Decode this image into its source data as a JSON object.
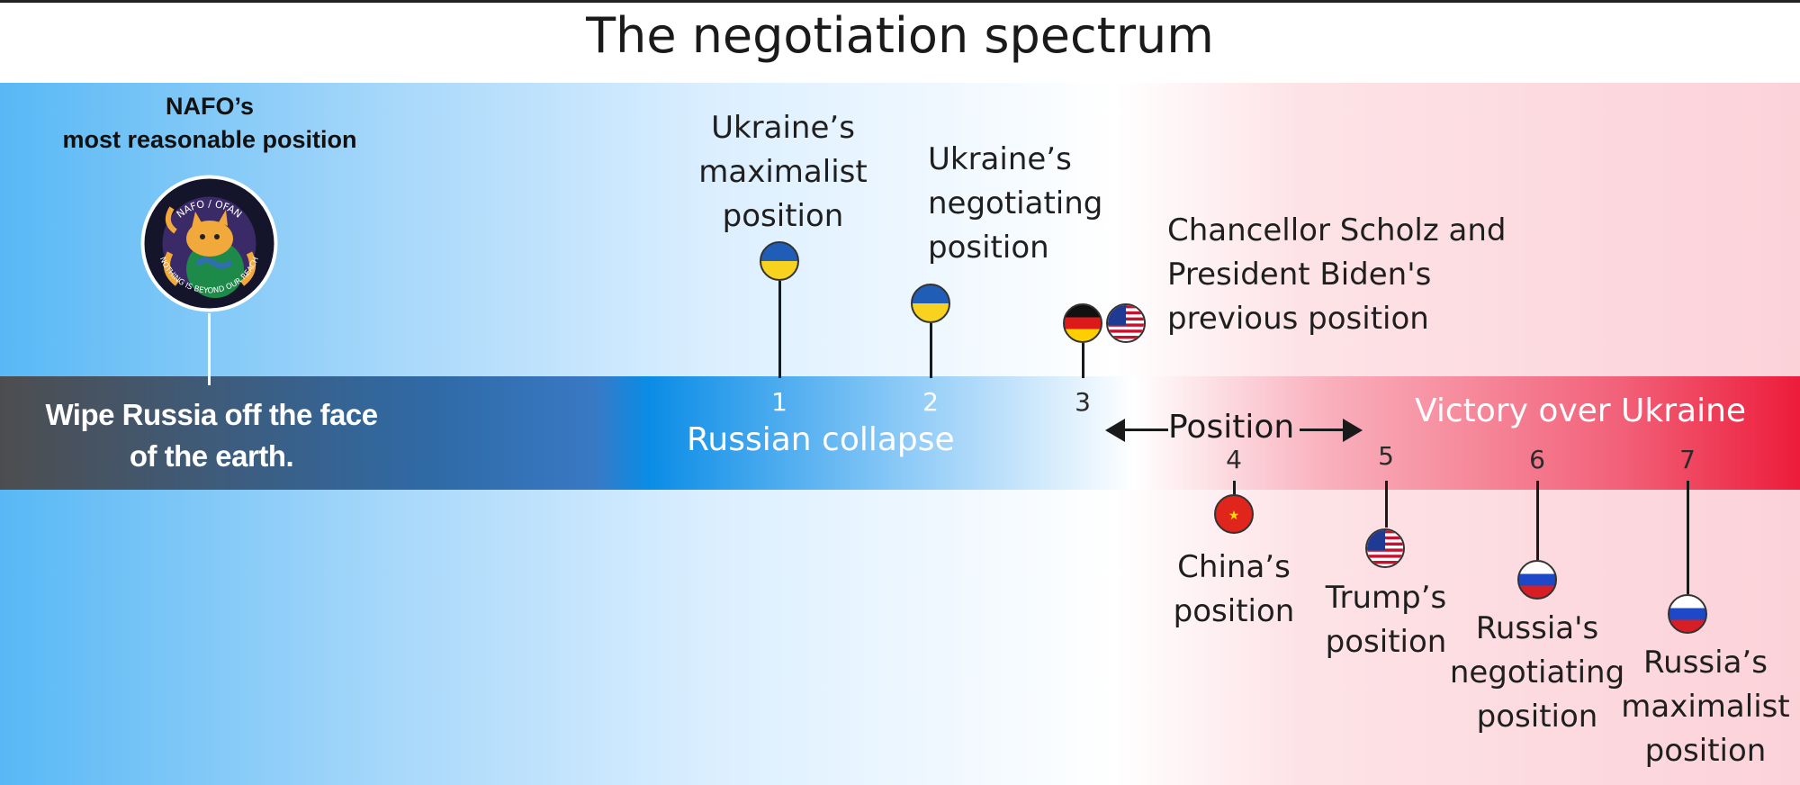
{
  "title": "The negotiation spectrum",
  "nafo": {
    "caption_line1": "NAFO’s",
    "caption_line2": "most reasonable position",
    "logo_top_text": "NAFO / OFAN",
    "logo_bottom_text": "NOTHING IS BEYOND OUR REACH",
    "band_text_line1": "Wipe Russia off the face",
    "band_text_line2": "of the earth."
  },
  "band": {
    "left_label": "Russian collapse",
    "right_label": "Victory over Ukraine",
    "center_label": "Position"
  },
  "positions": [
    {
      "number": "1",
      "flag": "ukraine-flag",
      "label": [
        "Ukraine’s",
        "maximalist",
        "position"
      ]
    },
    {
      "number": "2",
      "flag": "ukraine-flag",
      "label": [
        "Ukraine’s",
        "negotiating",
        "position"
      ]
    },
    {
      "number": "3",
      "flag": "germany-usa-flags",
      "label": [
        "Chancellor Scholz and",
        "President Biden's",
        "previous position"
      ]
    },
    {
      "number": "4",
      "flag": "china-flag",
      "label": [
        "China’s",
        "position"
      ]
    },
    {
      "number": "5",
      "flag": "usa-flag",
      "label": [
        "Trump’s",
        "position"
      ]
    },
    {
      "number": "6",
      "flag": "russia-flag",
      "label": [
        "Russia's",
        "negotiating",
        "position"
      ]
    },
    {
      "number": "7",
      "flag": "russia-flag",
      "label": [
        "Russia’s",
        "maximalist",
        "position"
      ]
    }
  ],
  "colors": {
    "russia_side": "#0a8ce6",
    "ukraine_victory_side": "#ec1c3a",
    "nafo_side": "#4d4d4f"
  }
}
